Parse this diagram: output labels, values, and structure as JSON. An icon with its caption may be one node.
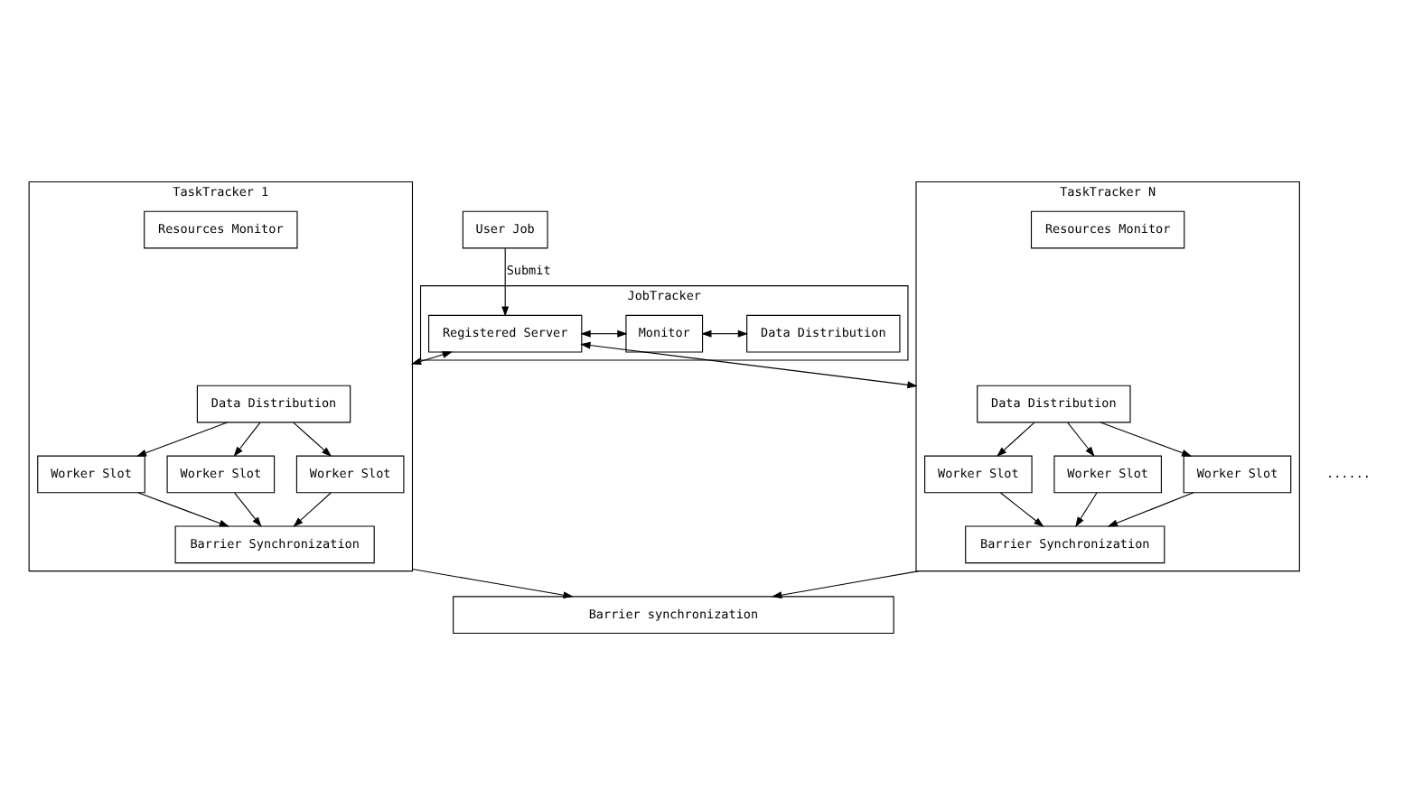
{
  "diagram": {
    "nodes": [
      {
        "text": [
          "User Job"
        ]
      },
      {
        "text": [
          "JobTracker"
        ]
      },
      {
        "text": [
          "Registered Server"
        ],
        "in": 1
      },
      {
        "text": [
          "Monitor"
        ],
        "in": 1
      },
      {
        "text": [
          "Data Distribution"
        ],
        "in": 1
      },
      {
        "text": [
          "TaskTracker 1"
        ]
      },
      {
        "text": [
          "Data Distribution"
        ],
        "in": 5
      },
      {
        "text": [
          "Resources Monitor"
        ],
        "in": 5
      },
      {
        "text": [
          "Worker Slot"
        ],
        "in": 5
      },
      {
        "text": [
          "Worker Slot"
        ],
        "in": 5
      },
      {
        "text": [
          "Worker Slot"
        ],
        "in": 5
      },
      {
        "text": [
          "Barrier Synchronization"
        ],
        "in": 5
      },
      {
        "text": [
          "TaskTracker N"
        ]
      },
      {
        "text": [
          "Data Distribution"
        ],
        "in": 12
      },
      {
        "text": [
          "Resources Monitor"
        ],
        "in": 12
      },
      {
        "text": [
          "Worker Slot"
        ],
        "in": 12
      },
      {
        "text": [
          "Worker Slot"
        ],
        "in": 12
      },
      {
        "text": [
          "Worker Slot"
        ],
        "in": 12
      },
      {
        "text": [
          "Barrier Synchronization"
        ],
        "in": 12
      },
      {
        "text": [
          "Barrier synchronization"
        ]
      }
    ],
    "edges": [
      {
        "from": 0,
        "to": 2,
        "arrow": "to",
        "label": "Submit"
      },
      {
        "from": 2,
        "to": 3,
        "arrow": "both"
      },
      {
        "from": 3,
        "to": 4,
        "arrow": "both"
      },
      {
        "from": 2,
        "to": 5,
        "arrow": "both"
      },
      {
        "from": 2,
        "to": 12,
        "arrow": "both"
      },
      {
        "from": 6,
        "to": 8,
        "arrow": "to"
      },
      {
        "from": 6,
        "to": 9,
        "arrow": "to"
      },
      {
        "from": 6,
        "to": 10,
        "arrow": "to"
      },
      {
        "from": 8,
        "to": 11,
        "arrow": "to"
      },
      {
        "from": 9,
        "to": 11,
        "arrow": "to"
      },
      {
        "from": 10,
        "to": 11,
        "arrow": "to"
      },
      {
        "from": 13,
        "to": 15,
        "arrow": "to"
      },
      {
        "from": 13,
        "to": 16,
        "arrow": "to"
      },
      {
        "from": 13,
        "to": 17,
        "arrow": "to"
      },
      {
        "from": 15,
        "to": 18,
        "arrow": "to"
      },
      {
        "from": 16,
        "to": 18,
        "arrow": "to"
      },
      {
        "from": 17,
        "to": 18,
        "arrow": "to"
      },
      {
        "from": 5,
        "to": 19,
        "arrow": "to"
      },
      {
        "from": 12,
        "to": 19,
        "arrow": "to"
      }
    ],
    "labels": [
      "......"
    ]
  }
}
